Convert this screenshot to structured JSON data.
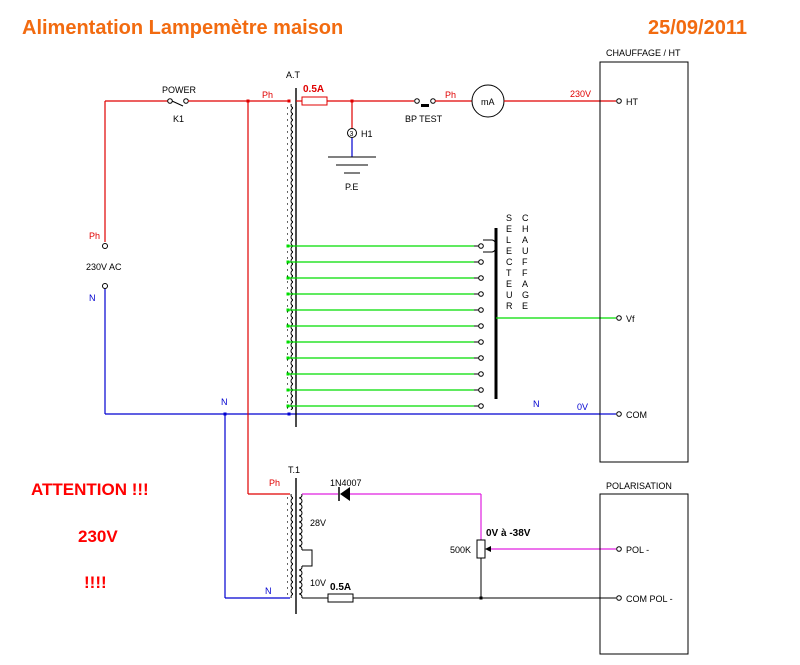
{
  "header": {
    "title": "Alimentation Lampemètre maison",
    "date": "25/09/2011"
  },
  "warning": {
    "line1": "ATTENTION !!!",
    "line2": "230V",
    "line3": "!!!!"
  },
  "mains": {
    "phase_label": "Ph",
    "neutral_label": "N",
    "source_label": "230V AC",
    "switch_label": "POWER",
    "switch_ref": "K1"
  },
  "autotransformer": {
    "label": "A.T",
    "phase_label": "Ph",
    "fuse_label": "0.5A",
    "lamp_ref": "H1",
    "ground_label": "P.E",
    "test_button_label": "BP TEST",
    "phase_label_2": "Ph",
    "meter_label": "mA",
    "ht_voltage_label": "230V",
    "neutral_label": "N",
    "neutral_label_2": "N",
    "zero_label": "0V",
    "tap_count": 11
  },
  "selector": {
    "label_col1": [
      "S",
      "E",
      "L",
      "E",
      "C",
      "T",
      "E",
      "U",
      "R"
    ],
    "label_col2": [
      "C",
      "H",
      "A",
      "U",
      "F",
      "F",
      "A",
      "G",
      "E"
    ]
  },
  "chauffage_box": {
    "title": "CHAUFFAGE / HT",
    "terminals": [
      "HT",
      "Vf",
      "COM"
    ]
  },
  "transformer_t1": {
    "label": "T.1",
    "phase_label": "Ph",
    "neutral_label": "N",
    "winding1_label": "28V",
    "winding2_label": "10V",
    "diode_label": "1N4007",
    "fuse_label": "0.5A",
    "pot_label": "500K",
    "pot_range_label": "0V à -38V"
  },
  "polarisation_box": {
    "title": "POLARISATION",
    "terminals": [
      "POL -",
      "COM POL -"
    ]
  }
}
